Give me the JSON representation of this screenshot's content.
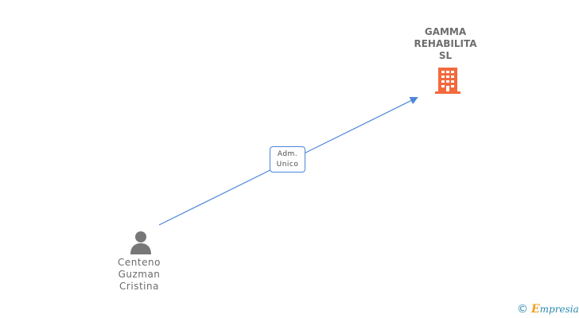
{
  "company": {
    "name_lines": [
      "GAMMA",
      "REHABILITA",
      "SL"
    ],
    "icon": "building-icon",
    "color": "#f26a3d"
  },
  "person": {
    "name_lines": [
      "Centeno",
      "Guzman",
      "Cristina"
    ],
    "icon": "person-icon",
    "color": "#777777"
  },
  "relation": {
    "role_lines": [
      "Adm.",
      "Unico"
    ],
    "line_color": "#4a86d9"
  },
  "watermark": {
    "symbol": "©",
    "brand_initial": "E",
    "brand_rest": "mpresia",
    "color": "#2a8ab0",
    "accent_color": "#f0a020"
  }
}
